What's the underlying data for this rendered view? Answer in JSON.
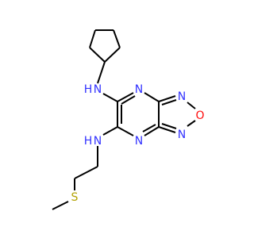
{
  "molecule": {
    "atoms": {
      "nh_upper": "N",
      "nh_upper_h": "H",
      "n_ring_top": "N",
      "n_ring_bottom": "N",
      "n_oxadiazole_top": "N",
      "o_oxadiazole": "O",
      "n_oxadiazole_bottom": "N",
      "nh_lower": "N",
      "nh_lower_h": "H",
      "s_thioether": "S"
    },
    "colors": {
      "bond": "#000000",
      "nitrogen": "#3333ff",
      "oxygen": "#ff0d0d",
      "sulfur": "#b2a100"
    }
  }
}
